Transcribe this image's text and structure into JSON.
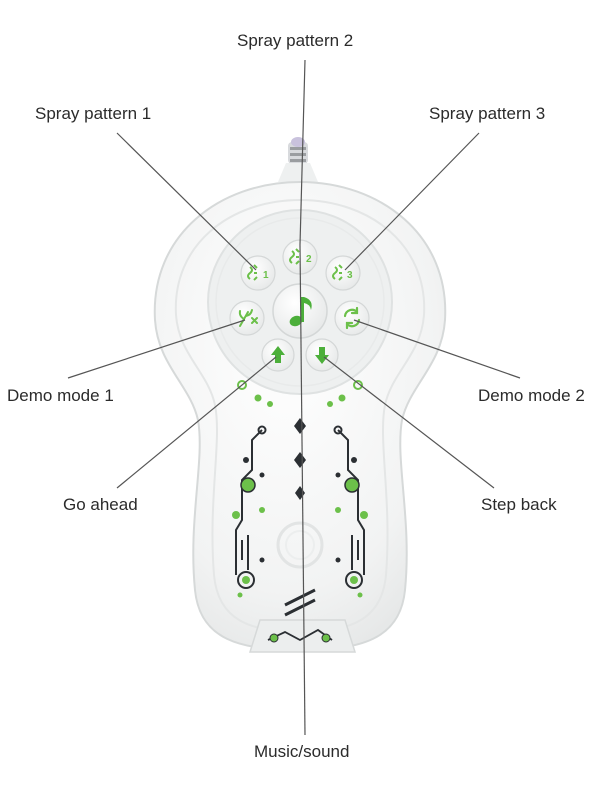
{
  "labels": {
    "spray_pattern_1": "Spray pattern 1",
    "spray_pattern_2": "Spray pattern 2",
    "spray_pattern_3": "Spray pattern 3",
    "demo_mode_1": "Demo mode 1",
    "demo_mode_2": "Demo mode 2",
    "go_ahead": "Go ahead",
    "step_back": "Step back",
    "music_sound": "Music/sound"
  },
  "buttons": {
    "spray1_num": "1",
    "spray2_num": "2",
    "spray3_num": "3"
  },
  "colors": {
    "background": "#ffffff",
    "device_body": "#f3f4f4",
    "accent_green": "#6cc04a",
    "dark_trace": "#2b2f33",
    "leader_line": "#555555"
  }
}
